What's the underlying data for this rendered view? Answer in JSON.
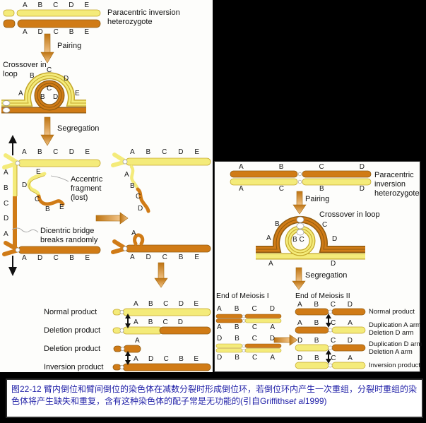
{
  "caption": {
    "line1": "图22-12 臂内倒位和臂间倒位的染色体在减数分裂时形成倒位环，若倒位环内产生一次重组，分裂时重组的染",
    "line2_pre": "色体将产生缺失和重复，含有这种染色体的配子常是无功能的(引自Griffiths",
    "line2_em": "et al",
    "line2_post": "1999)"
  },
  "lp": {
    "het": "Paracentric inversion heterozygote",
    "pairing": "Pairing",
    "crossover": "Crossover in loop",
    "segregation": "Segregation",
    "acentric": "Accentric fragment (lost)",
    "dicentric": "Dicentric bridge breaks randomly",
    "normal": [
      "A",
      "B",
      "C",
      "D",
      "E"
    ],
    "inverted": [
      "A",
      "D",
      "C",
      "B",
      "E"
    ],
    "loop_outer": [
      "B",
      "C",
      "D",
      "A",
      "E"
    ],
    "loop_inner": [
      "C",
      "B",
      "D"
    ],
    "bridge": [
      "A",
      "B",
      "C",
      "D",
      "A"
    ],
    "fragment": [
      "E",
      "D",
      "C",
      "B",
      "E"
    ],
    "tail": [
      "A",
      "B",
      "C",
      "D"
    ],
    "frag_a": "A",
    "products": [
      {
        "label": "Normal product"
      },
      {
        "label": "Deletion product"
      },
      {
        "label": "Deletion product"
      },
      {
        "label": "Inversion product"
      }
    ],
    "del1": [
      "A",
      "B",
      "C",
      "D"
    ],
    "del2": "A"
  },
  "rp": {
    "het": "Paracentric inversion heterozygote",
    "pairing": "Pairing",
    "crossover": "Crossover in loop",
    "segregation": "Segregation",
    "meiosis1": "End of Meiosis I",
    "meiosis2": "End of Meiosis II",
    "top": [
      "A",
      "B",
      "C",
      "D"
    ],
    "bottom": [
      "A",
      "C",
      "B",
      "D"
    ],
    "loop_top": [
      "B",
      "C"
    ],
    "loop_side": [
      "A",
      "D"
    ],
    "loop_inner": "B C",
    "loop_bottom": [
      "A",
      "D"
    ],
    "m1": [
      {
        "top": [
          "A",
          "B",
          "C",
          "D"
        ],
        "bot": [
          "A",
          "B",
          "C",
          "A"
        ]
      },
      {
        "top": [
          "D",
          "B",
          "C",
          "D"
        ],
        "bot": [
          "D",
          "B",
          "C",
          "A"
        ]
      }
    ],
    "m2": [
      {
        "letters": [
          "A",
          "B",
          "C",
          "D"
        ],
        "l1": "Normal product",
        "l2": ""
      },
      {
        "letters": [
          "A",
          "B",
          "C",
          "A"
        ],
        "l1": "Duplication A arm",
        "l2": "Deletion D arm"
      },
      {
        "letters": [
          "D",
          "B",
          "C",
          "D"
        ],
        "l1": "Duplication D arm",
        "l2": "Deletion A arm"
      },
      {
        "letters": [
          "D",
          "B",
          "C",
          "A"
        ],
        "l1": "Inversion product",
        "l2": ""
      }
    ]
  },
  "colors": {
    "yellow": "#F4EB7A",
    "yellow_border": "#C3A62A",
    "orange": "#D07B16",
    "orange_border": "#8F5B10",
    "caption_blue": "#2121A8",
    "background": "#000000"
  }
}
